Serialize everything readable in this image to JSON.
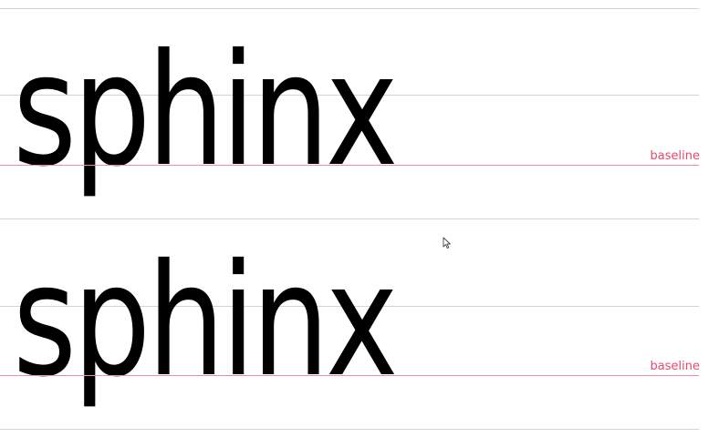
{
  "samples": [
    {
      "word": "sphinx",
      "baseline_label": "baseline"
    },
    {
      "word": "sphinx",
      "baseline_label": "baseline"
    }
  ],
  "colors": {
    "background": "#ffffff",
    "guide_line": "#d4d4d4",
    "baseline_line": "#f28ca0",
    "baseline_label": "#e8486a",
    "text": "#000000"
  },
  "icons": {
    "cursor": "mouse-pointer-icon"
  }
}
